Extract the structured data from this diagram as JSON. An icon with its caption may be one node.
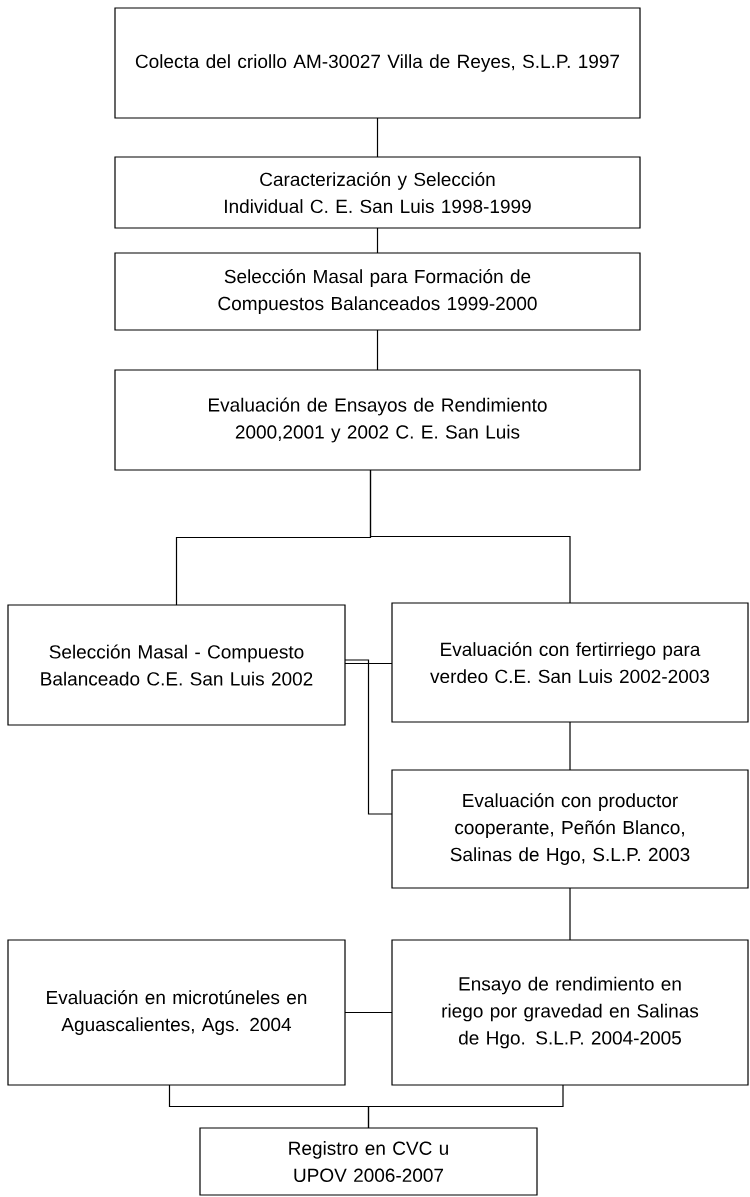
{
  "diagram": {
    "nodes": [
      {
        "text": [
          "Colecta del criollo AM-30027 Villa de Reyes, S.L.P. 1997"
        ]
      },
      {
        "text": [
          "Caracterización y Selección Individual C. E. San Luis 1998-1999"
        ]
      },
      {
        "text": [
          "Selección Masal para Formación de Compuestos Balanceados 1999-2000"
        ]
      },
      {
        "text": [
          "Evaluación de Ensayos de Rendimiento 2000,2001 y 2002 C. E. San Luis"
        ]
      },
      {
        "text": [
          "Selección Masal - Compuesto Balanceado C.E. San Luis 2002"
        ]
      },
      {
        "text": [
          "Evaluación con fertirriego para verdeo C.E. San Luis 2002-2003"
        ]
      },
      {
        "text": [
          "Evaluación con productor cooperante, Peñón Blanco, Salinas de Hgo, S.L.P. 2003"
        ]
      },
      {
        "text": [
          "Evaluación en microtúneles en Aguascalientes, Ags. 2004"
        ]
      },
      {
        "text": [
          "Ensayo de rendimiento en riego por gravedad en Salinas de Hgo. S.L.P. 2004-2005"
        ]
      },
      {
        "text": [
          "Registro en CVC u UPOV 2006-2007"
        ]
      }
    ],
    "edges": [
      {
        "from": 0,
        "to": 1,
        "arrow": "none"
      },
      {
        "from": 1,
        "to": 2,
        "arrow": "none"
      },
      {
        "from": 2,
        "to": 3,
        "arrow": "none"
      },
      {
        "from": 3,
        "to": 4,
        "arrow": "none"
      },
      {
        "from": 3,
        "to": 5,
        "arrow": "none"
      },
      {
        "from": 4,
        "to": 5,
        "arrow": "none"
      },
      {
        "from": 4,
        "to": 6,
        "arrow": "none"
      },
      {
        "from": 5,
        "to": 6,
        "arrow": "none"
      },
      {
        "from": 6,
        "to": 8,
        "arrow": "none"
      },
      {
        "from": 7,
        "to": 8,
        "arrow": "none"
      },
      {
        "from": 7,
        "to": 9,
        "arrow": "none"
      },
      {
        "from": 8,
        "to": 9,
        "arrow": "none"
      }
    ]
  }
}
